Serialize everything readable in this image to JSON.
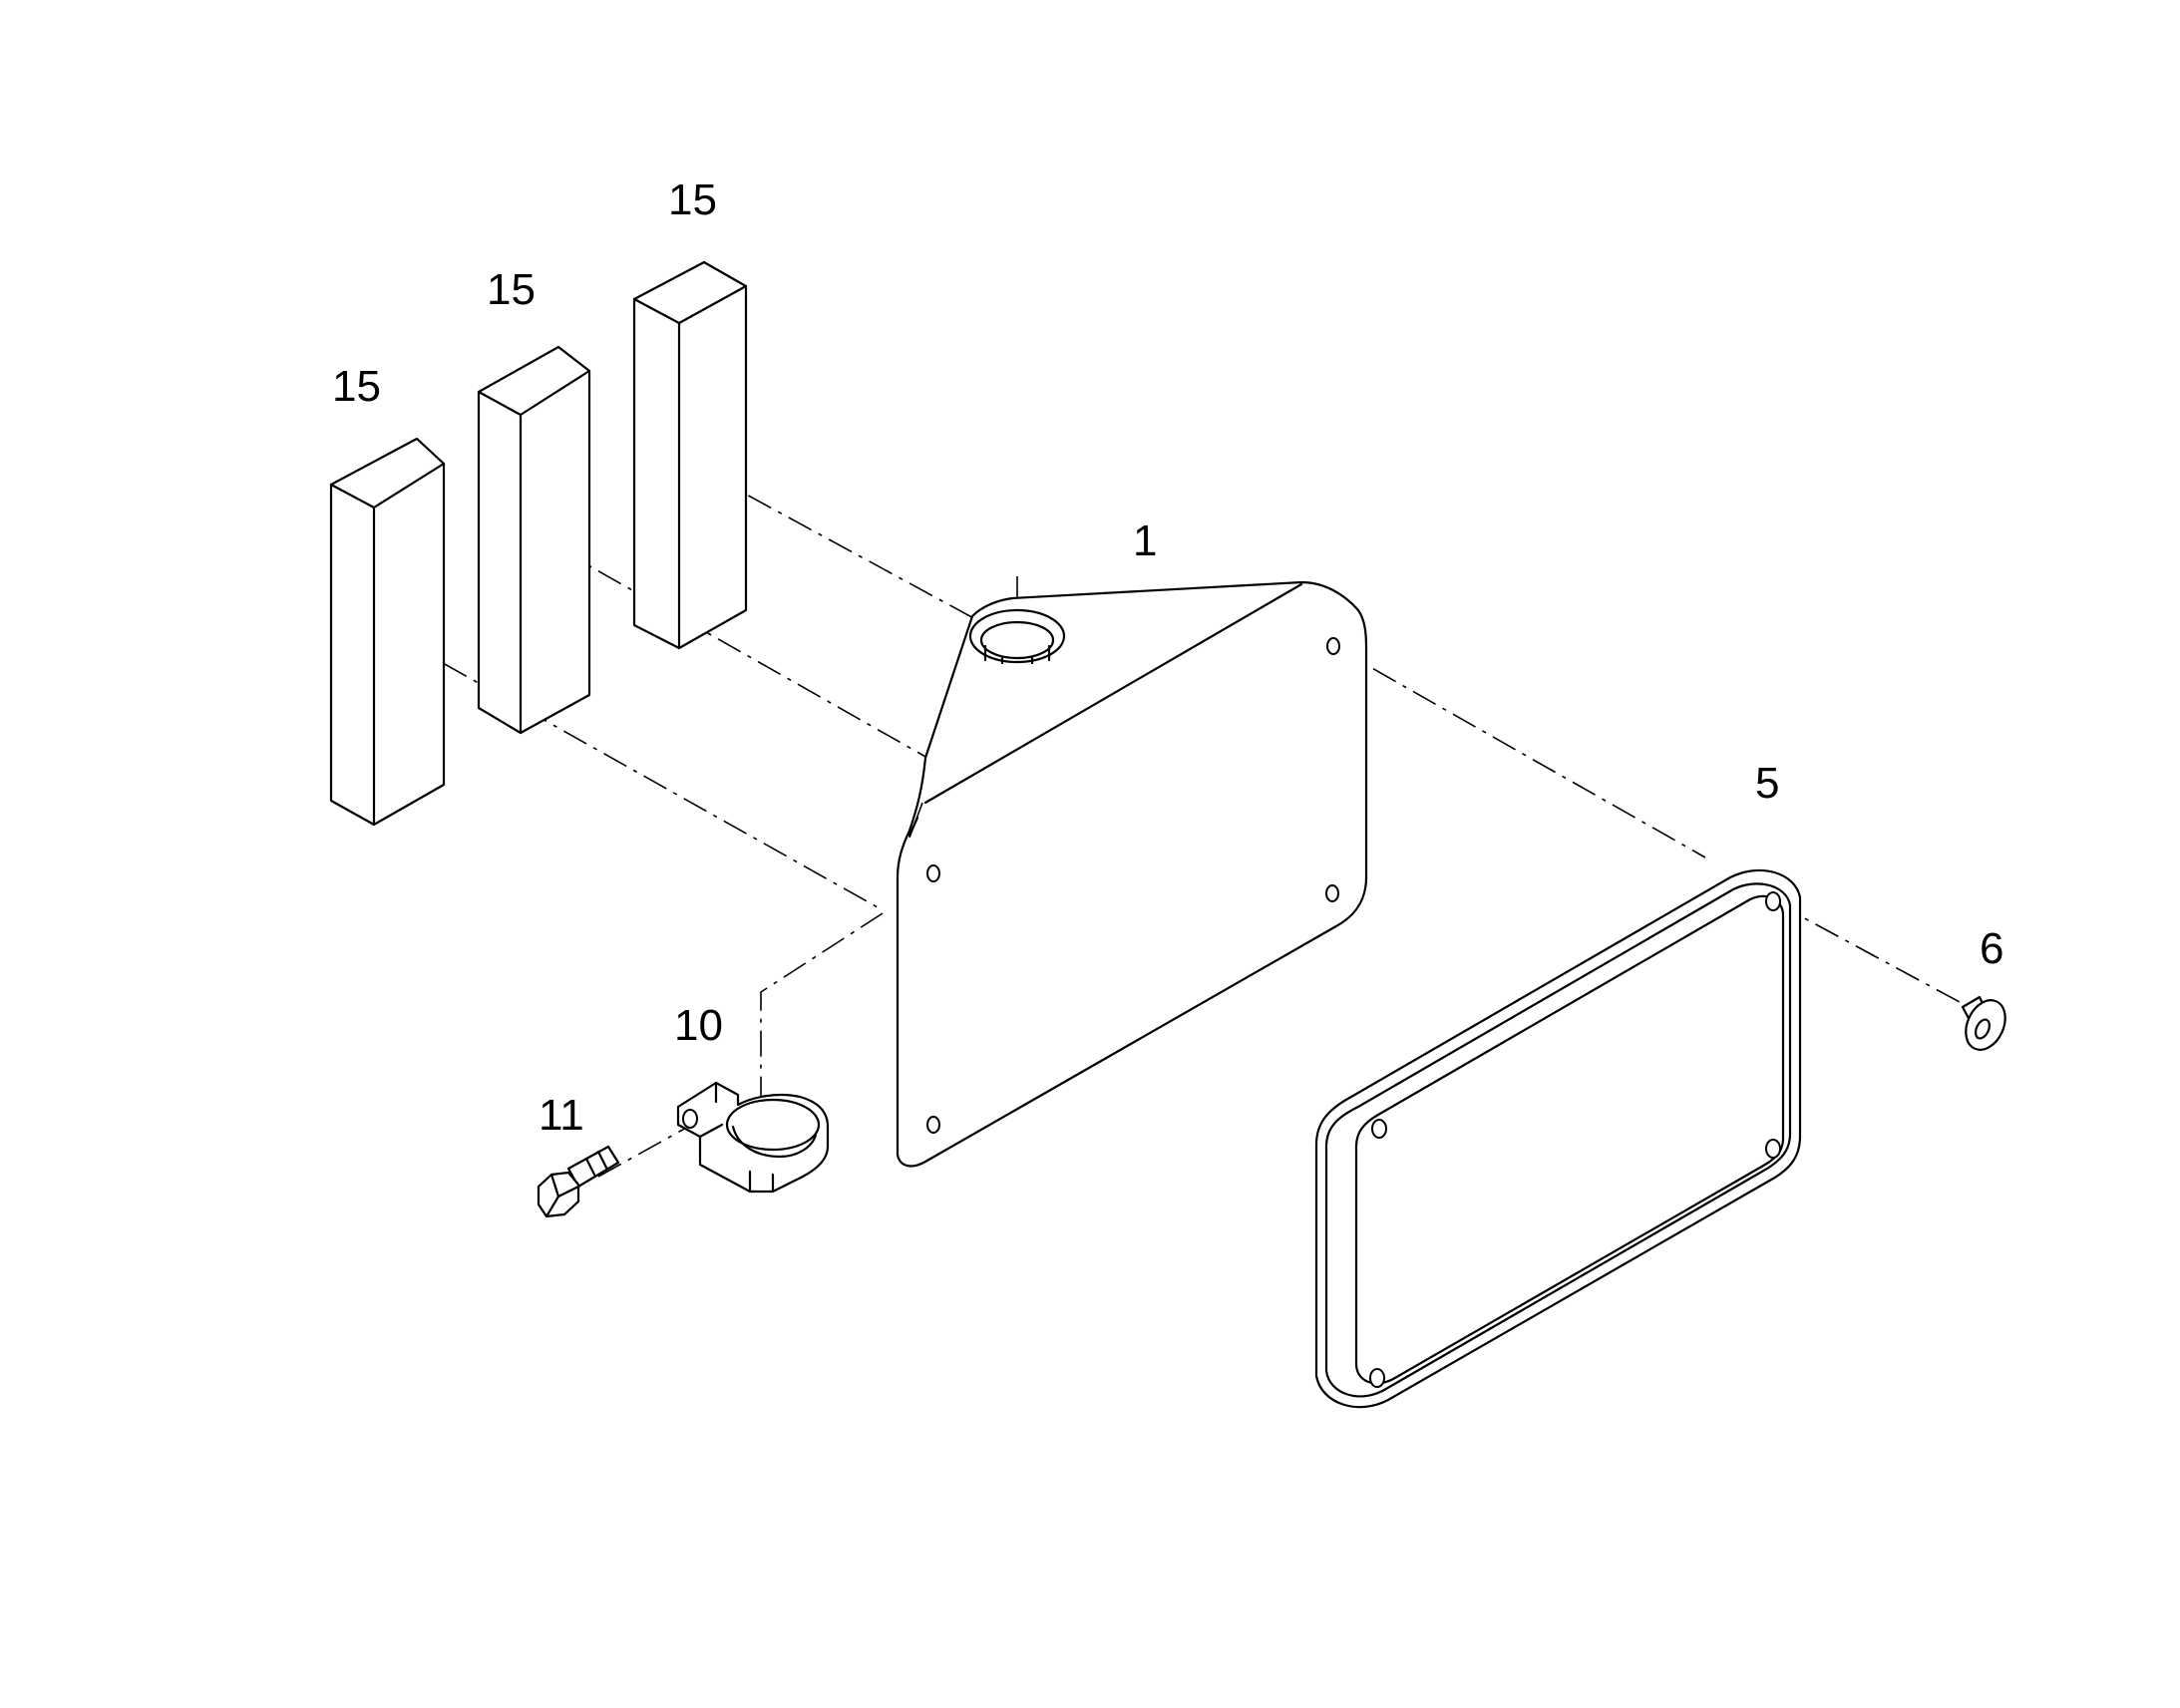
{
  "diagram": {
    "callouts": [
      {
        "id": "c1",
        "text": "1"
      },
      {
        "id": "c5",
        "text": "5"
      },
      {
        "id": "c6",
        "text": "6"
      },
      {
        "id": "c10",
        "text": "10"
      },
      {
        "id": "c11",
        "text": "11"
      },
      {
        "id": "c15a",
        "text": "15"
      },
      {
        "id": "c15b",
        "text": "15"
      },
      {
        "id": "c15c",
        "text": "15"
      }
    ]
  }
}
